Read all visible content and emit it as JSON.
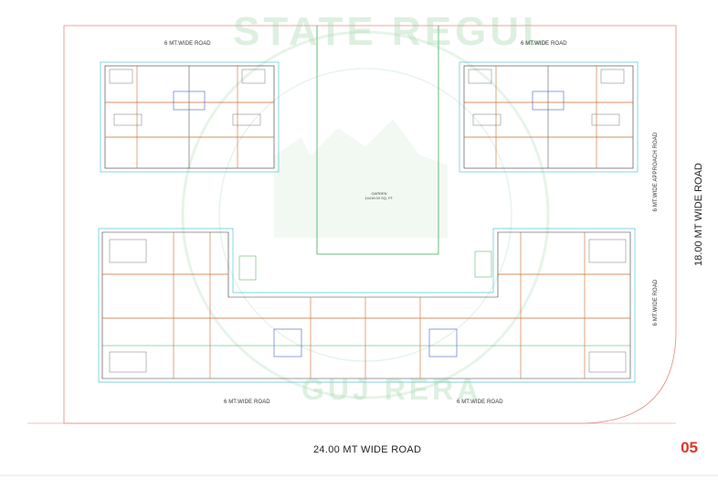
{
  "labels": {
    "top_left_road": "6 MT.WIDE ROAD",
    "top_right_road": "6 MT.WIDE ROAD",
    "right_approach_road": "6 MT.WIDE APPROACH ROAD",
    "right_lower_road": "6 MT.WIDE ROAD",
    "bottom_left_road": "6 MT.WIDE ROAD",
    "bottom_right_road": "6 MT.WIDE ROAD",
    "main_right_road": "18.00 MT WIDE ROAD",
    "main_bottom_road": "24.00 MT WIDE ROAD",
    "garden_title": "GARDEN",
    "garden_area": "14416.00 SQ. FT.",
    "page_number": "05"
  },
  "watermark": {
    "top_text": "STATE REGUL",
    "bottom_text": "GUJ RERA"
  },
  "colors": {
    "accent": "#e0332b",
    "boundary": "#e08a80",
    "wall": "#cc6a2c",
    "wall_dark": "#3a3a3a",
    "garden_line": "#3fae55",
    "window": "#4b5fc7",
    "cyan": "#51c8d8",
    "watermark": "#9fd6a8"
  }
}
